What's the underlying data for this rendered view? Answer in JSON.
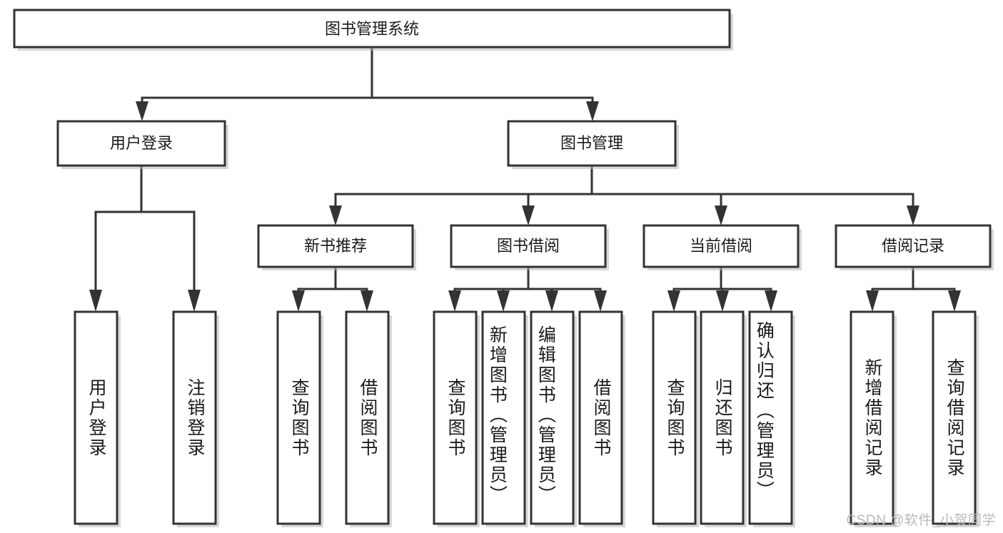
{
  "diagram": {
    "title": "图书管理系统",
    "type": "tree",
    "root": {
      "id": "root",
      "label": "图书管理系统",
      "orientation": "horizontal"
    },
    "level2": [
      {
        "id": "user-login",
        "label": "用户登录",
        "orientation": "horizontal"
      },
      {
        "id": "book-manage",
        "label": "图书管理",
        "orientation": "horizontal"
      }
    ],
    "level3": [
      {
        "id": "new-book-rec",
        "label": "新书推荐",
        "parent": "book-manage",
        "orientation": "horizontal"
      },
      {
        "id": "book-borrow",
        "label": "图书借阅",
        "parent": "book-manage",
        "orientation": "horizontal"
      },
      {
        "id": "current-borrow",
        "label": "当前借阅",
        "parent": "book-manage",
        "orientation": "horizontal"
      },
      {
        "id": "borrow-record",
        "label": "借阅记录",
        "parent": "book-manage",
        "orientation": "horizontal"
      }
    ],
    "leaves": [
      {
        "id": "leaf-user-login",
        "label": "用户登录",
        "parent": "user-login",
        "orientation": "vertical"
      },
      {
        "id": "leaf-user-logout",
        "label": "注销登录",
        "parent": "user-login",
        "orientation": "vertical"
      },
      {
        "id": "leaf-rec-query",
        "label": "查询图书",
        "parent": "new-book-rec",
        "orientation": "vertical"
      },
      {
        "id": "leaf-rec-borrow",
        "label": "借阅图书",
        "parent": "new-book-rec",
        "orientation": "vertical"
      },
      {
        "id": "leaf-borrow-query",
        "label": "查询图书",
        "parent": "book-borrow",
        "orientation": "vertical"
      },
      {
        "id": "leaf-borrow-add",
        "label": "新增图书（管理员）",
        "parent": "book-borrow",
        "orientation": "vertical"
      },
      {
        "id": "leaf-borrow-edit",
        "label": "编辑图书（管理员）",
        "parent": "book-borrow",
        "orientation": "vertical"
      },
      {
        "id": "leaf-borrow-take",
        "label": "借阅图书",
        "parent": "book-borrow",
        "orientation": "vertical"
      },
      {
        "id": "leaf-current-query",
        "label": "查询图书",
        "parent": "current-borrow",
        "orientation": "vertical"
      },
      {
        "id": "leaf-current-return",
        "label": "归还图书",
        "parent": "current-borrow",
        "orientation": "vertical"
      },
      {
        "id": "leaf-current-confirm",
        "label": "确认归还（管理员）",
        "parent": "current-borrow",
        "orientation": "vertical"
      },
      {
        "id": "leaf-record-add",
        "label": "新增借阅记录",
        "parent": "borrow-record",
        "orientation": "vertical"
      },
      {
        "id": "leaf-record-query",
        "label": "查询借阅记录",
        "parent": "borrow-record",
        "orientation": "vertical"
      }
    ],
    "colors": {
      "background": "#ffffff",
      "box_fill": "#ffffff",
      "box_stroke": "#333333",
      "text": "#1a1a1a",
      "shadow": "#b8b8b8",
      "watermark": "#b9b9b9"
    }
  },
  "watermark": {
    "text": "CSDN @软件_小贺同学"
  }
}
